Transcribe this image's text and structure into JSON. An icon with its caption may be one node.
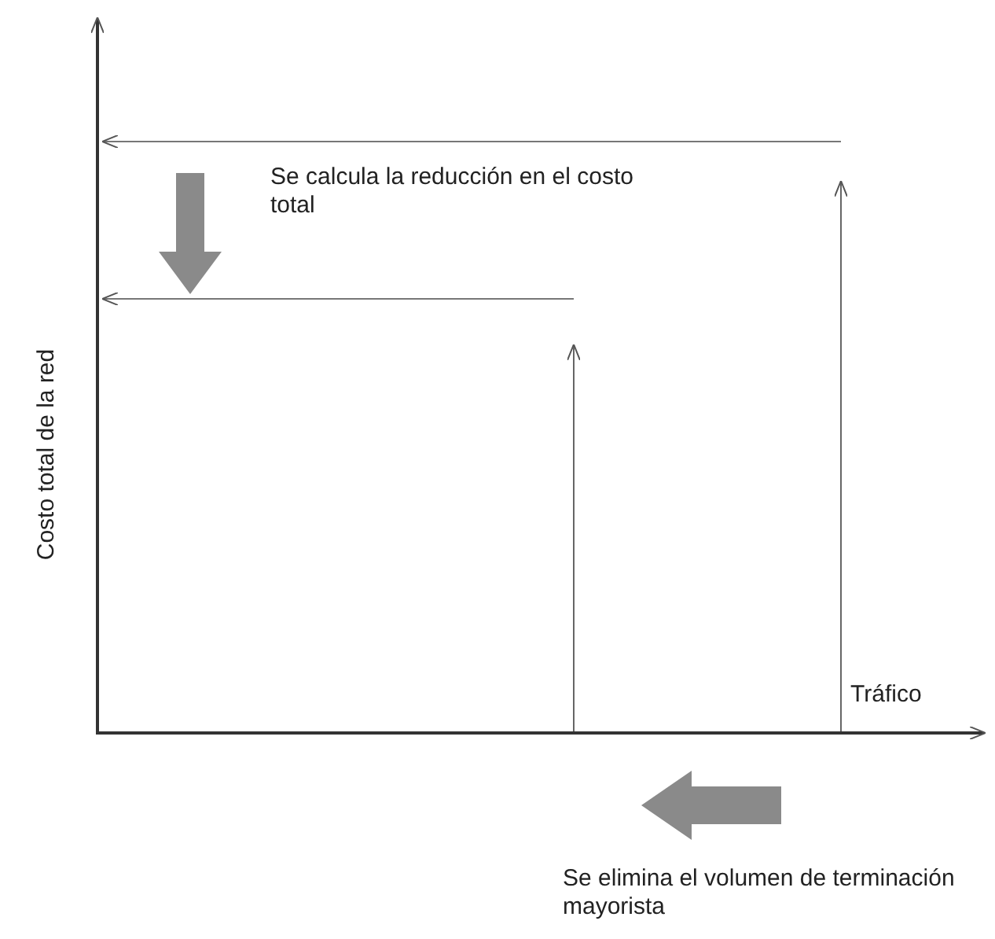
{
  "diagram": {
    "labels": [
      "Se calcula la reducción en el costo total",
      "Costo total de la red",
      "Tráfico",
      "Se elimina el volumen de terminación mayorista"
    ]
  }
}
